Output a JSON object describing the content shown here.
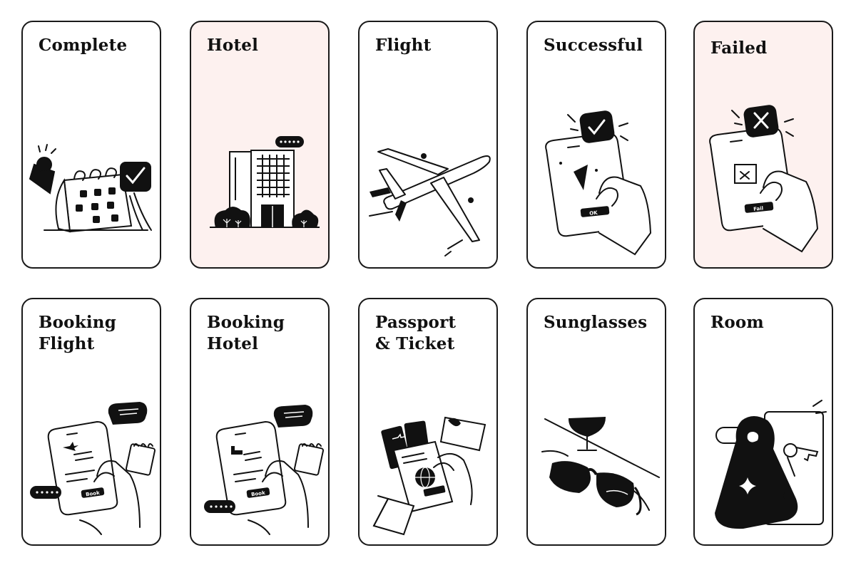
{
  "cards": [
    {
      "title": "Complete",
      "icon": "calendar-check-icon"
    },
    {
      "title": "Hotel",
      "icon": "hotel-building-icon"
    },
    {
      "title": "Flight",
      "icon": "airplane-icon"
    },
    {
      "title": "Successful",
      "icon": "phone-success-icon"
    },
    {
      "title": "Failed",
      "icon": "phone-failed-icon"
    },
    {
      "title": "Booking\nFlight",
      "icon": "phone-booking-flight-icon"
    },
    {
      "title": "Booking\nHotel",
      "icon": "phone-booking-hotel-icon"
    },
    {
      "title": "Passport\n& Ticket",
      "icon": "passport-ticket-icon"
    },
    {
      "title": "Sunglasses",
      "icon": "sunglasses-icon"
    },
    {
      "title": "Room",
      "icon": "door-hanger-key-icon"
    }
  ],
  "labels": {
    "successful_button": "OK",
    "failed_button": "Fail",
    "booking_flight_button": "Book",
    "booking_hotel_button": "Book"
  },
  "colors": {
    "ink": "#111111",
    "tint": "#fdf1ef",
    "card_bg": "#ffffff"
  }
}
